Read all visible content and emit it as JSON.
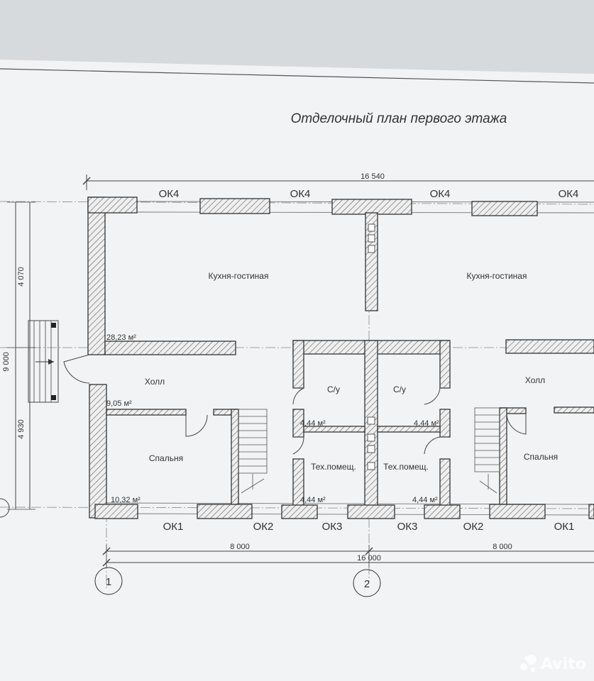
{
  "title": "Отделочный план первого этажа",
  "rooms": {
    "kitchen_left": "Кухня-гостиная",
    "kitchen_right": "Кухня-гостиная",
    "hall_left": "Холл",
    "hall_right": "Холл",
    "wc_left": "С/у",
    "wc_right": "С/у",
    "tech_left": "Тех.помещ.",
    "tech_right": "Тех.помещ.",
    "bedroom_left": "Спальня",
    "bedroom_right": "Спальня"
  },
  "areas": {
    "kitchen": "28,23 м²",
    "hall": "9,05 м²",
    "bedroom": "10,32 м²",
    "wc_left": "4,44 м²",
    "wc_right": "4,44 м²",
    "tech_left": "4,44 м²",
    "tech_right": "4,44 м²"
  },
  "windows_top": [
    "ОК4",
    "ОК4",
    "ОК4",
    "ОК4"
  ],
  "windows_bottom": [
    "ОК1",
    "ОК2",
    "ОК3",
    "ОК3",
    "ОК2",
    "ОК1"
  ],
  "dimensions": {
    "overall_top": "16 540",
    "left_half": "8 000",
    "right_half": "8 000",
    "overall_bottom": "16 000",
    "vertical_total": "9 000",
    "vertical_upper": "4 070",
    "vertical_lower": "4 930"
  },
  "axes": [
    "1",
    "2"
  ],
  "watermark": "Avito",
  "colors": {
    "paper": "#f2f3f4",
    "background": "#d6dadd",
    "line": "#3a3a3a"
  }
}
